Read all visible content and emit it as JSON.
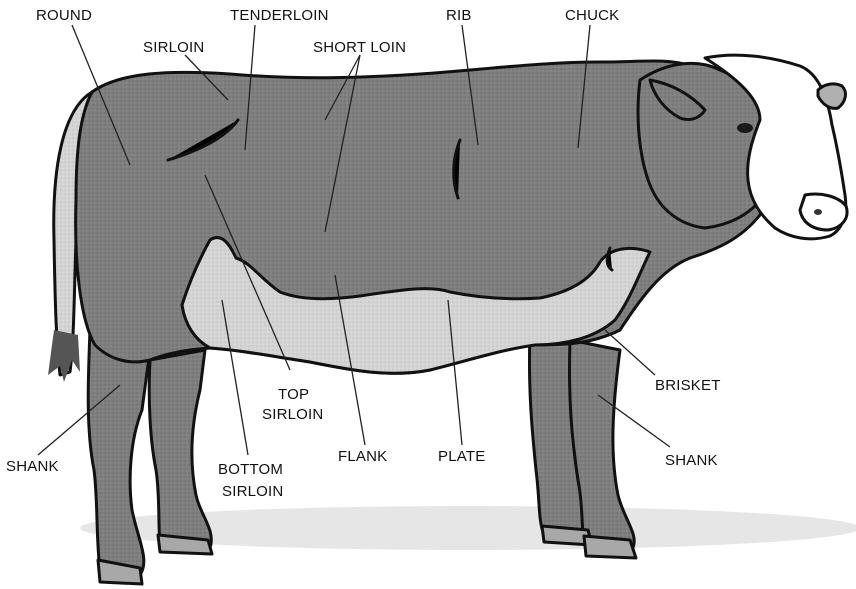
{
  "labels": {
    "round": "ROUND",
    "tenderloin": "TENDERLOIN",
    "sirloin": "SIRLOIN",
    "short_loin": "SHORT LOIN",
    "rib": "RIB",
    "chuck": "CHUCK",
    "brisket": "BRISKET",
    "shank_right": "SHANK",
    "shank_left": "SHANK",
    "top_sirloin_1": "TOP",
    "top_sirloin_2": "SIRLOIN",
    "bottom_sirloin_1": "BOTTOM",
    "bottom_sirloin_2": "SIRLOIN",
    "flank": "FLANK",
    "plate": "PLATE"
  },
  "colors": {
    "hide_dark": "#7d7d7d",
    "hide_light": "#d6d6d6",
    "face_white": "#ffffff",
    "hoof": "#9a9a9a",
    "shadow": "#e4e4e4"
  }
}
